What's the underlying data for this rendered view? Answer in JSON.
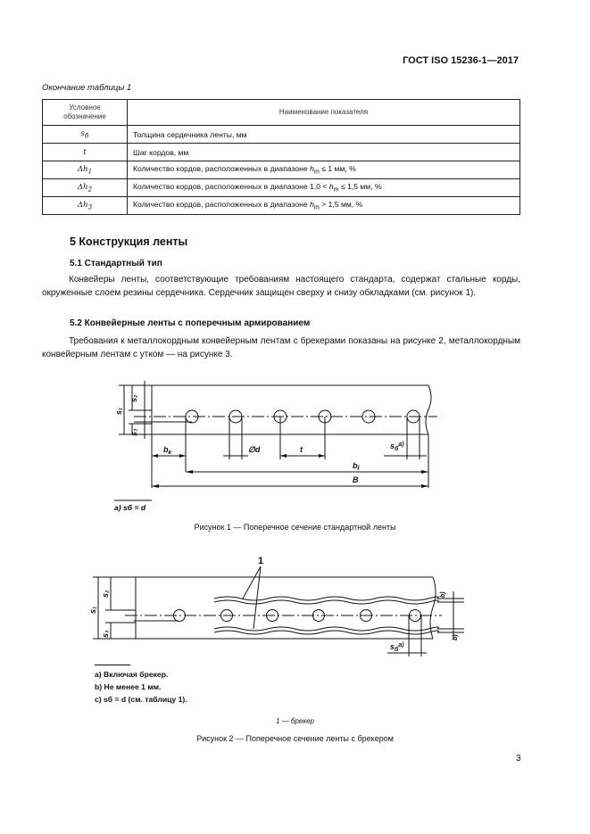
{
  "header": {
    "standard": "ГОСТ ISO 15236-1—2017"
  },
  "table": {
    "caption": "Окончание таблицы 1",
    "columns": [
      "Условное обозначение",
      "Наименование показателя"
    ],
    "rows": [
      {
        "symbol": "s",
        "sub": "б",
        "name": "Толщина сердечника ленты, мм"
      },
      {
        "symbol": "t",
        "sub": "",
        "name": "Шаг кордов, мм"
      },
      {
        "symbol": "Δh",
        "sub": "1",
        "name_parts": [
          "Количество кордов, расположенных в диапазоне ",
          "h",
          "m",
          " ≤ 1 мм, %"
        ]
      },
      {
        "symbol": "Δh",
        "sub": "2",
        "name_parts": [
          "Количество кордов, расположенных в диапазоне 1,0 < ",
          "h",
          "m",
          " ≤ 1,5 мм, %"
        ]
      },
      {
        "symbol": "Δh",
        "sub": "3",
        "name_parts": [
          "Количество кордов, расположенных в диапазоне ",
          "h",
          "m",
          " > 1,5 мм, %"
        ]
      }
    ]
  },
  "section5": {
    "title": "5 Конструкция ленты",
    "s51_title": "5.1 Стандартный тип",
    "s51_text": "Конвейеры ленты, соответствующие требованиям настоящего стандарта, содержат стальные корды, окруженные слоем резины сердечника. Сердечник защищен сверху и снизу обкладками (см. рисунок 1).",
    "s52_title": "5.2 Конвейерные ленты с поперечным армированием",
    "s52_text": "Требования к металлокордным конвейерным лентам с брекерами показаны на рисунке 2, металлокордным конвейерным лентам с утком — на рисунке 3."
  },
  "figure1": {
    "labels": {
      "s2": "s₂",
      "s1": "s₁",
      "s3": "s₃",
      "bk": "b",
      "bk_sub": "к",
      "d": "∅d",
      "t": "t",
      "sb": "s",
      "sb_sub": "б",
      "sb_note": "a)",
      "bl": "b",
      "bl_sub": "l",
      "B": "B"
    },
    "note": "a) sб = d",
    "caption": "Рисунок 1 — Поперечное сечение стандартной ленты"
  },
  "figure2": {
    "labels": {
      "callout": "1",
      "s2": "s₂",
      "s1": "s₁",
      "s3": "s₃",
      "b": "b)",
      "sb": "s",
      "sb_sub": "б",
      "sb_note": "a)"
    },
    "notes": [
      "a) Включая брекер.",
      "b) Не менее 1 мм.",
      "c) sб = d (см. таблицу 1)."
    ],
    "legend": "1 — брекер",
    "caption": "Рисунок 2 — Поперечное сечение ленты с брекером"
  },
  "page_number": "3"
}
